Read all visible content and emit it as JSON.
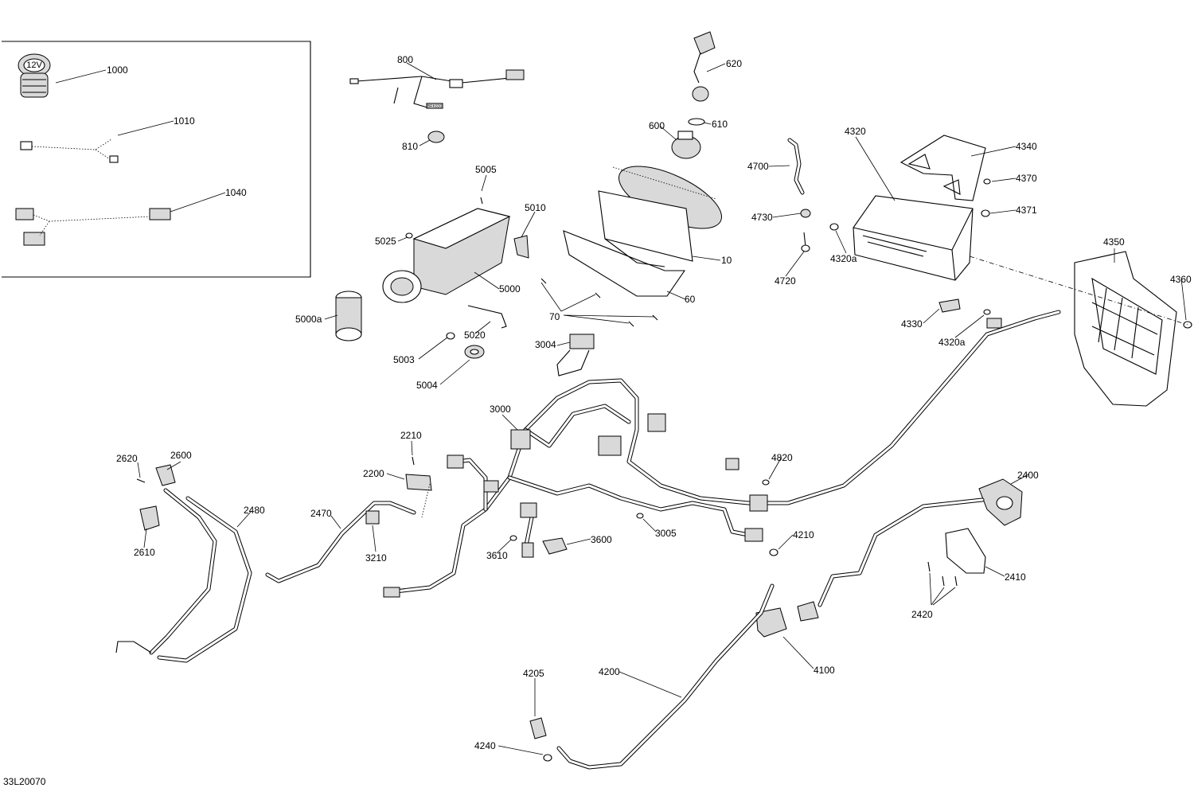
{
  "drawing_code": "33L20070",
  "callouts": [
    {
      "id": "c1000",
      "text": "1000"
    },
    {
      "id": "c1010",
      "text": "1010"
    },
    {
      "id": "c1040",
      "text": "1040"
    },
    {
      "id": "c800",
      "text": "800"
    },
    {
      "id": "c810",
      "text": "810"
    },
    {
      "id": "c620",
      "text": "620"
    },
    {
      "id": "c610",
      "text": "610"
    },
    {
      "id": "c600",
      "text": "600"
    },
    {
      "id": "c5005",
      "text": "5005"
    },
    {
      "id": "c5010",
      "text": "5010"
    },
    {
      "id": "c5025",
      "text": "5025"
    },
    {
      "id": "c5000",
      "text": "5000"
    },
    {
      "id": "c5000a",
      "text": "5000a"
    },
    {
      "id": "c5020",
      "text": "5020"
    },
    {
      "id": "c5003",
      "text": "5003"
    },
    {
      "id": "c5004",
      "text": "5004"
    },
    {
      "id": "c10",
      "text": "10"
    },
    {
      "id": "c60",
      "text": "60"
    },
    {
      "id": "c70",
      "text": "70"
    },
    {
      "id": "c3004",
      "text": "3004"
    },
    {
      "id": "c4700",
      "text": "4700"
    },
    {
      "id": "c4730",
      "text": "4730"
    },
    {
      "id": "c4720",
      "text": "4720"
    },
    {
      "id": "c4320",
      "text": "4320"
    },
    {
      "id": "c4320a1",
      "text": "4320a"
    },
    {
      "id": "c4340",
      "text": "4340"
    },
    {
      "id": "c4370",
      "text": "4370"
    },
    {
      "id": "c4371",
      "text": "4371"
    },
    {
      "id": "c4350",
      "text": "4350"
    },
    {
      "id": "c4360",
      "text": "4360"
    },
    {
      "id": "c4330",
      "text": "4330"
    },
    {
      "id": "c4320a2",
      "text": "4320a"
    },
    {
      "id": "c3000",
      "text": "3000"
    },
    {
      "id": "c2210",
      "text": "2210"
    },
    {
      "id": "c2200",
      "text": "2200"
    },
    {
      "id": "c2620",
      "text": "2620"
    },
    {
      "id": "c2600",
      "text": "2600"
    },
    {
      "id": "c2610",
      "text": "2610"
    },
    {
      "id": "c2480",
      "text": "2480"
    },
    {
      "id": "c2470",
      "text": "2470"
    },
    {
      "id": "c3210",
      "text": "3210"
    },
    {
      "id": "c3610",
      "text": "3610"
    },
    {
      "id": "c3600",
      "text": "3600"
    },
    {
      "id": "c3005",
      "text": "3005"
    },
    {
      "id": "c4820",
      "text": "4820"
    },
    {
      "id": "c4210",
      "text": "4210"
    },
    {
      "id": "c2400",
      "text": "2400"
    },
    {
      "id": "c2410",
      "text": "2410"
    },
    {
      "id": "c2420",
      "text": "2420"
    },
    {
      "id": "c4100",
      "text": "4100"
    },
    {
      "id": "c4200",
      "text": "4200"
    },
    {
      "id": "c4205",
      "text": "4205"
    },
    {
      "id": "c4240",
      "text": "4240"
    }
  ],
  "part_marks": {
    "socket_face": "12V",
    "tag": "BRK830"
  }
}
